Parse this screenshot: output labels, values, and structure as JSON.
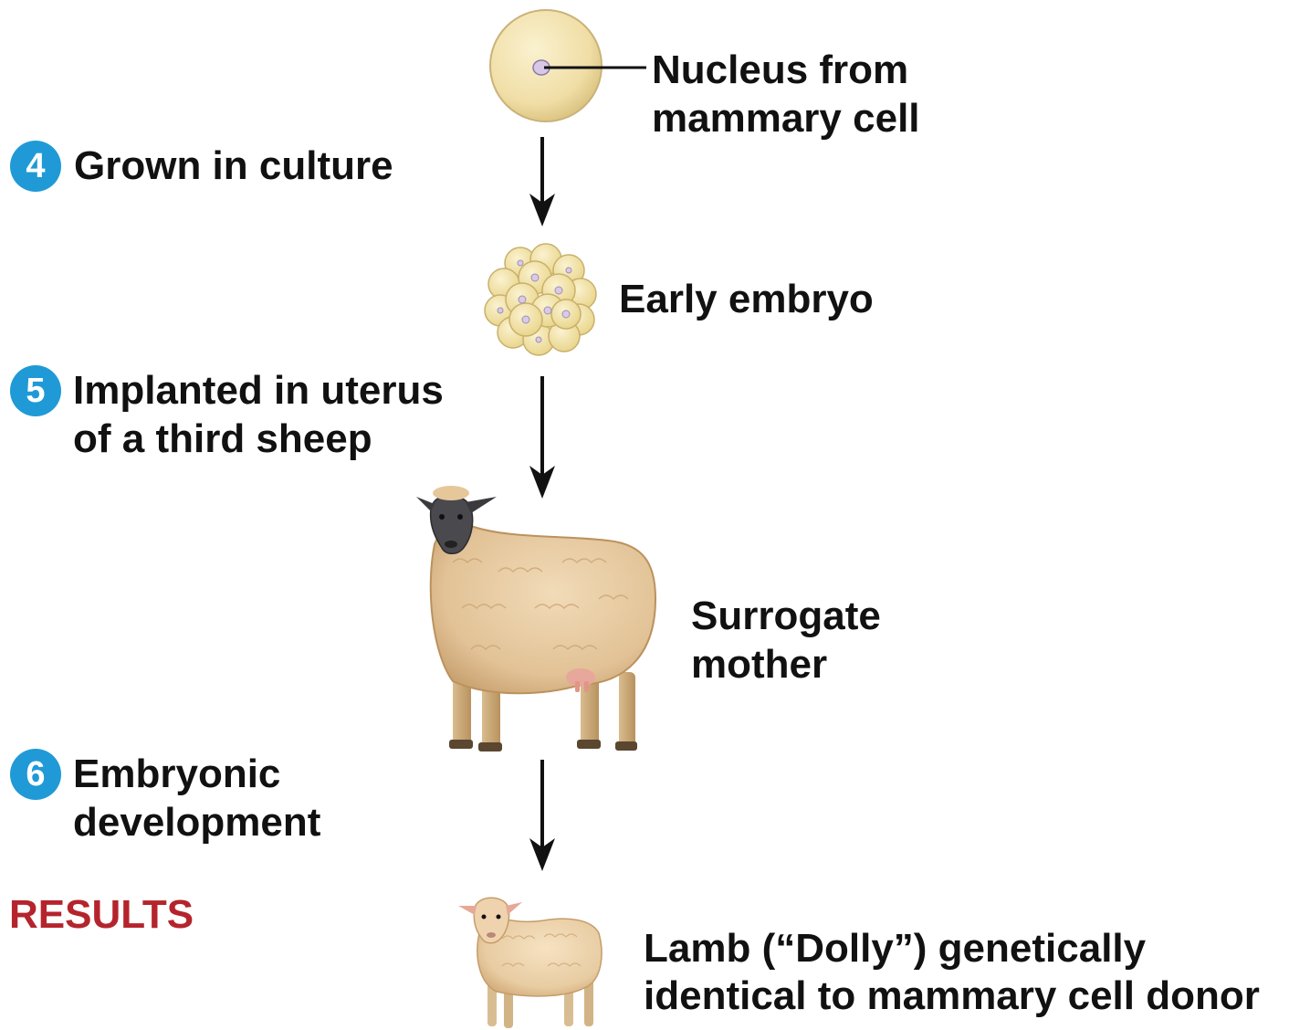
{
  "labels": {
    "nucleus_line1": "Nucleus from",
    "nucleus_line2": "mammary cell",
    "early_embryo": "Early embryo",
    "surrogate_line1": "Surrogate",
    "surrogate_line2": "mother",
    "lamb_line1": "Lamb (“Dolly”) genetically",
    "lamb_line2": "identical to mammary cell donor"
  },
  "steps": [
    {
      "number": "4",
      "line1": "Grown in culture",
      "line2": ""
    },
    {
      "number": "5",
      "line1": "Implanted in uterus",
      "line2": "of a third sheep"
    },
    {
      "number": "6",
      "line1": "Embryonic",
      "line2": "development"
    }
  ],
  "results_heading": "RESULTS",
  "colors": {
    "badge": "#1f9ad6",
    "results": "#b5242c",
    "cell": "#f3e7b6",
    "wool": "#e8c9a0"
  }
}
